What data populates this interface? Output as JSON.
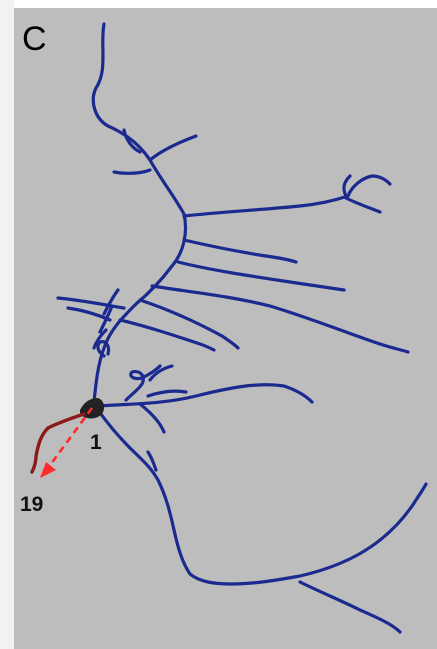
{
  "panel": {
    "letter": "C",
    "background_color": "#bdbdbd"
  },
  "labels": {
    "origin_label": "1",
    "target_label": "19"
  },
  "colors": {
    "dendrite": "#1b2a8f",
    "soma": "#222222",
    "red_branch": "#8b1a1a",
    "arrow": "#ff2a2a"
  }
}
